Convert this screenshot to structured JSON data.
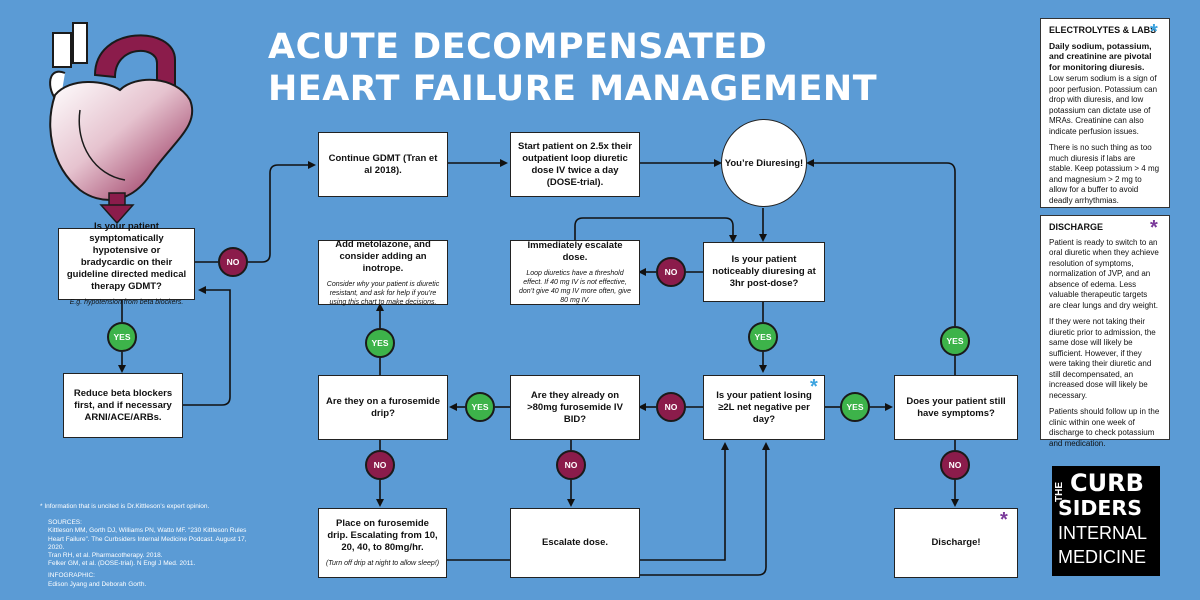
{
  "title": {
    "line1": "ACUTE DECOMPENSATED",
    "line2": "HEART FAILURE MANAGEMENT"
  },
  "boxes": {
    "hypotensive": {
      "text": "Is your patient symptomatically hypotensive or bradycardic on their guideline directed medical therapy GDMT?",
      "note": "E.g. hypotension from beta blockers."
    },
    "reduce_bb": {
      "text": "Reduce beta blockers first, and if necessary ARNI/ACE/ARBs."
    },
    "continue_gdmt": {
      "text": "Continue GDMT (Tran et al 2018)."
    },
    "start_patient": {
      "text": "Start patient on 2.5x their outpatient loop diuretic dose IV twice a day (DOSE-trial)."
    },
    "diuresing": {
      "text": "You’re Diuresing!"
    },
    "metolazone": {
      "text": "Add metolazone, and consider adding an inotrope.",
      "note": "Consider why your patient is diuretic resistant, and ask for help if you’re using this chart to make decisions."
    },
    "escalate_now": {
      "text": "Immediately escalate dose.",
      "note": "Loop diuretics have a threshold effect. If 40 mg IV is not effective, don’t give 40 mg IV more often, give 80 mg IV."
    },
    "noticeably": {
      "text": "Is your patient noticeably diuresing at 3hr post-dose?"
    },
    "furosemide_drip_q": {
      "text": "Are they on a furosemide drip?"
    },
    "already_80": {
      "text": "Are they already on >80mg furosemide IV BID?"
    },
    "losing_2l": {
      "text": "Is your patient losing ≥2L net negative per day?"
    },
    "still_symptoms": {
      "text": "Does your patient still have symptoms?"
    },
    "place_drip": {
      "text": "Place on furosemide drip. Escalating from 10, 20, 40, to 80mg/hr.",
      "note": "(Turn off drip at night to allow sleep!)"
    },
    "escalate_dose": {
      "text": "Escalate dose."
    },
    "discharge": {
      "text": "Discharge!"
    }
  },
  "badges": {
    "yes": "YES",
    "no": "NO"
  },
  "panels": {
    "electrolytes": {
      "title": "ELECTROLYTES & LABS",
      "bold": "Daily sodium, potassium, and creatinine are pivotal for monitoring diuresis.",
      "p1": "Low serum sodium is a sign of poor perfusion. Potassium can drop with diuresis, and low potassium can dictate use of MRAs. Creatinine can also indicate perfusion issues.",
      "p2": "There is no such thing as too much diuresis if labs are stable. Keep potassium > 4 mg and magnesium > 2 mg to allow for a buffer to avoid deadly arrhythmias."
    },
    "discharge": {
      "title": "DISCHARGE",
      "p1": "Patient is ready to switch to an oral diuretic when they achieve resolution of symptoms, normalization of JVP, and an absence of edema. Less valuable therapeutic targets are clear lungs and dry weight.",
      "p2": "If they were not taking their diuretic prior to admission, the same dose will likely be sufficient. However, if they were taking their diuretic and still decompensated, an increased dose will likely be necessary.",
      "p3": "Patients should follow up in the clinic within one week of discharge to check potassium and medication."
    }
  },
  "footnote": "* Information that is uncited is Dr.Kittleson’s expert opinion.",
  "sources": {
    "heading": "SOURCES:",
    "s1": "Kittleson MM, Gorth DJ, Williams PN, Watto MF. “230 Kittleson Rules Heart Failure”. The Curbsiders Internal Medicine Podcast. August 17, 2020.",
    "s2": "Tran RH, et al. Pharmacotherapy. 2018.",
    "s3": "Felker GM, et al. (DOSE-trial). N Engl J Med. 2011.",
    "infographic": "INFOGRAPHIC:",
    "authors": "Edison Jyang and Deborah Gorth."
  },
  "logo": {
    "line1": "THE",
    "line2": "CURB",
    "line3": "SIDERS",
    "line4": "INTERNAL",
    "line5": "MEDICINE"
  },
  "colors": {
    "background": "#5b9bd5",
    "yes": "#3db34a",
    "no": "#8b1c4b",
    "blue_star": "#3da4e0",
    "purple_star": "#7a3a9a"
  },
  "icons": [
    "heart-icon",
    "asterisk-icon"
  ]
}
